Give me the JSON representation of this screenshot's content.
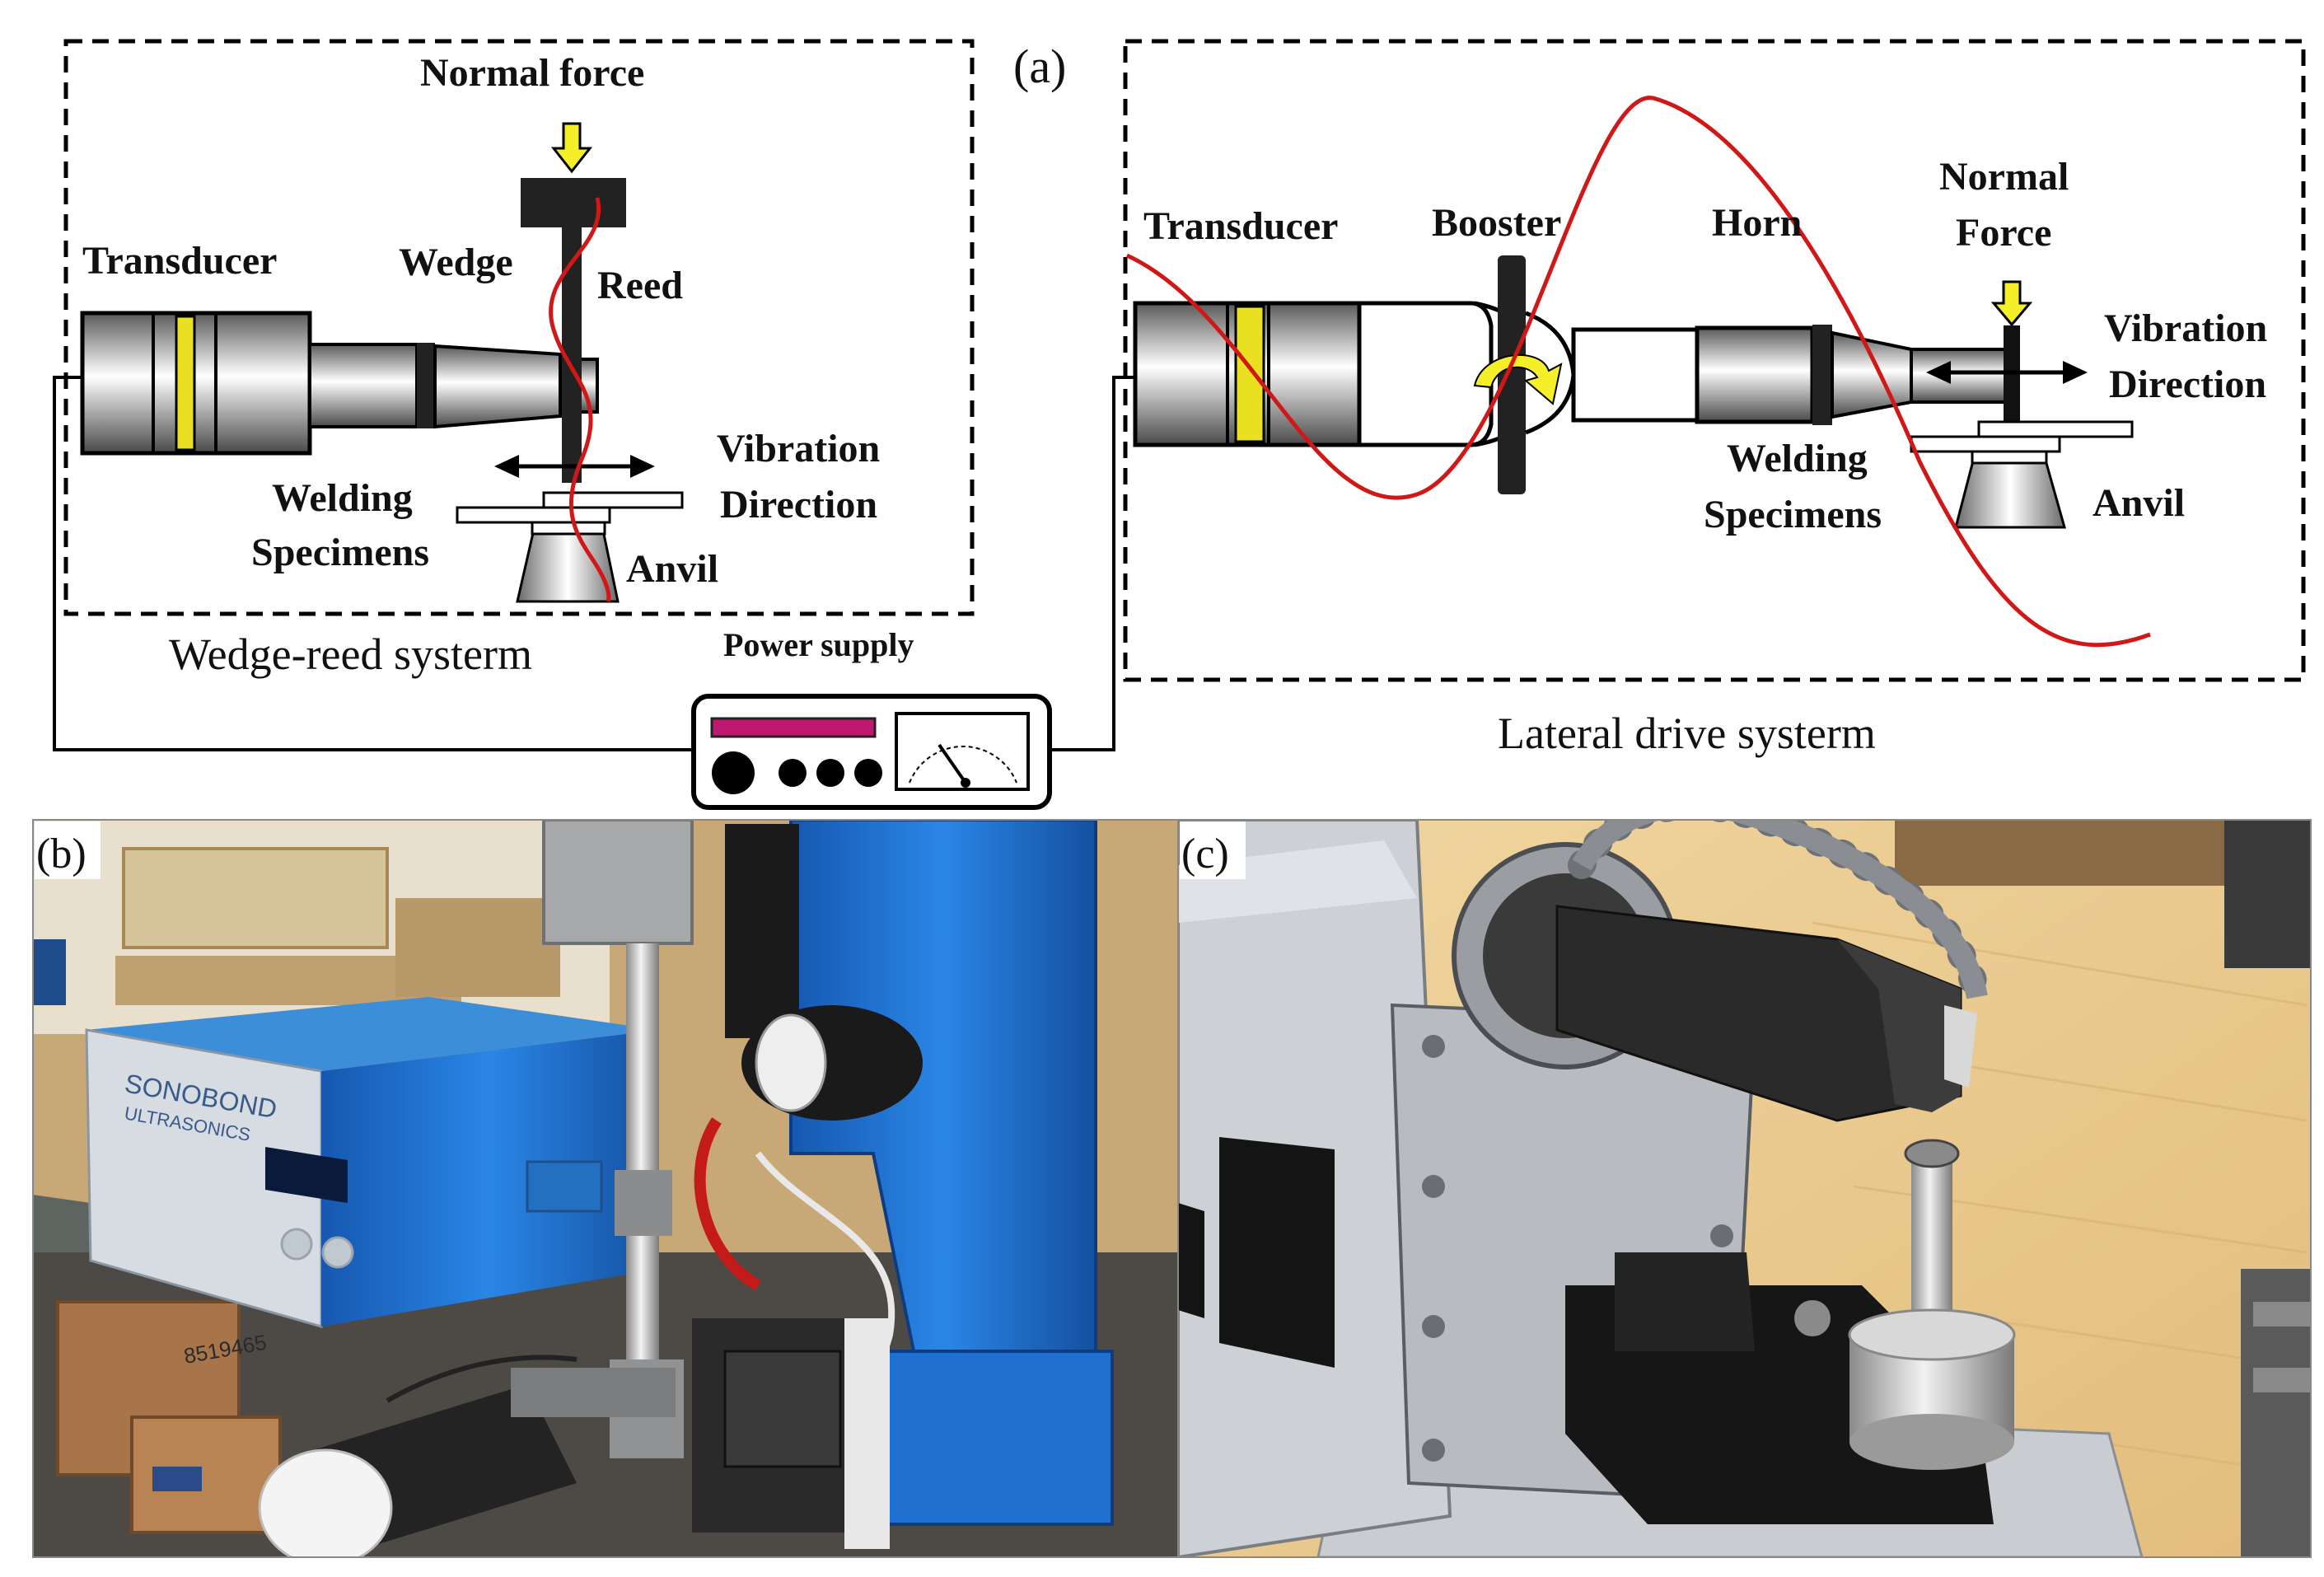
{
  "panel_a": {
    "letter": "(a)",
    "wedge_reed": {
      "normal_force": "Normal force",
      "transducer": "Transducer",
      "wedge": "Wedge",
      "reed": "Reed",
      "vibration_1": "Vibration",
      "vibration_2": "Direction",
      "welding_1": "Welding",
      "welding_2": "Specimens",
      "anvil": "Anvil",
      "caption": "Wedge-reed systerm"
    },
    "power_supply": "Power supply",
    "lateral": {
      "transducer": "Transducer",
      "booster": "Booster",
      "horn": "Horn",
      "normal_1": "Normal",
      "normal_2": "Force",
      "vibration_1": "Vibration",
      "vibration_2": "Direction",
      "welding_1": "Welding",
      "welding_2": "Specimens",
      "anvil": "Anvil",
      "caption": "Lateral drive systerm"
    }
  },
  "panel_b": {
    "letter": "(b)",
    "brand_1": "SONOBOND",
    "brand_2": "ULTRASONICS",
    "box_label": "8519465"
  },
  "panel_c": {
    "letter": "(c)"
  },
  "colors": {
    "wave": "#d01818",
    "coil": "#e8e020",
    "arrow": "#f5ef2a",
    "bar": "#c01870",
    "blue_machine": "#1e6fd0",
    "wood": "#e9c98f"
  }
}
